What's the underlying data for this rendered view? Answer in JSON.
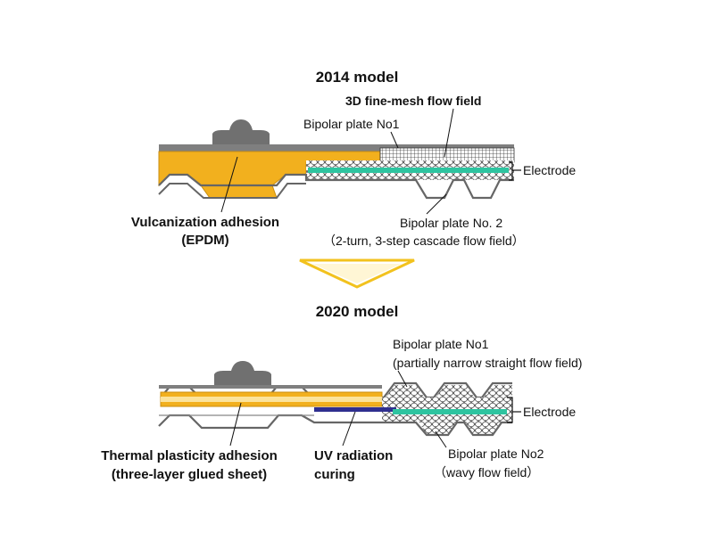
{
  "model_2014": {
    "title": "2014 model",
    "label_flow_field": "3D fine-mesh flow field",
    "label_plate1": "Bipolar plate No1",
    "label_electrode": "Electrode",
    "label_adhesion_line1": "Vulcanization adhesion",
    "label_adhesion_line2": "(EPDM)",
    "label_plate2": "Bipolar plate No. 2",
    "label_plate2_desc": "（2-turn, 3-step cascade flow field）"
  },
  "model_2020": {
    "title": "2020 model",
    "label_plate1": "Bipolar plate No1",
    "label_plate1_desc": "(partially narrow straight flow field)",
    "label_electrode": "Electrode",
    "label_adhesion_line1": "Thermal plasticity adhesion",
    "label_adhesion_line2": "(three-layer glued sheet)",
    "label_uv_line1": "UV radiation",
    "label_uv_line2": "curing",
    "label_plate2": "Bipolar plate No2",
    "label_plate2_desc": "（wavy flow field）"
  },
  "colors": {
    "plate": "#7f7f7f",
    "adhesive": "#f2b01e",
    "electrode": "#2ec4a0",
    "uv": "#2f2f8f",
    "arrow": "#f2c21e",
    "gasket": "#707070"
  }
}
